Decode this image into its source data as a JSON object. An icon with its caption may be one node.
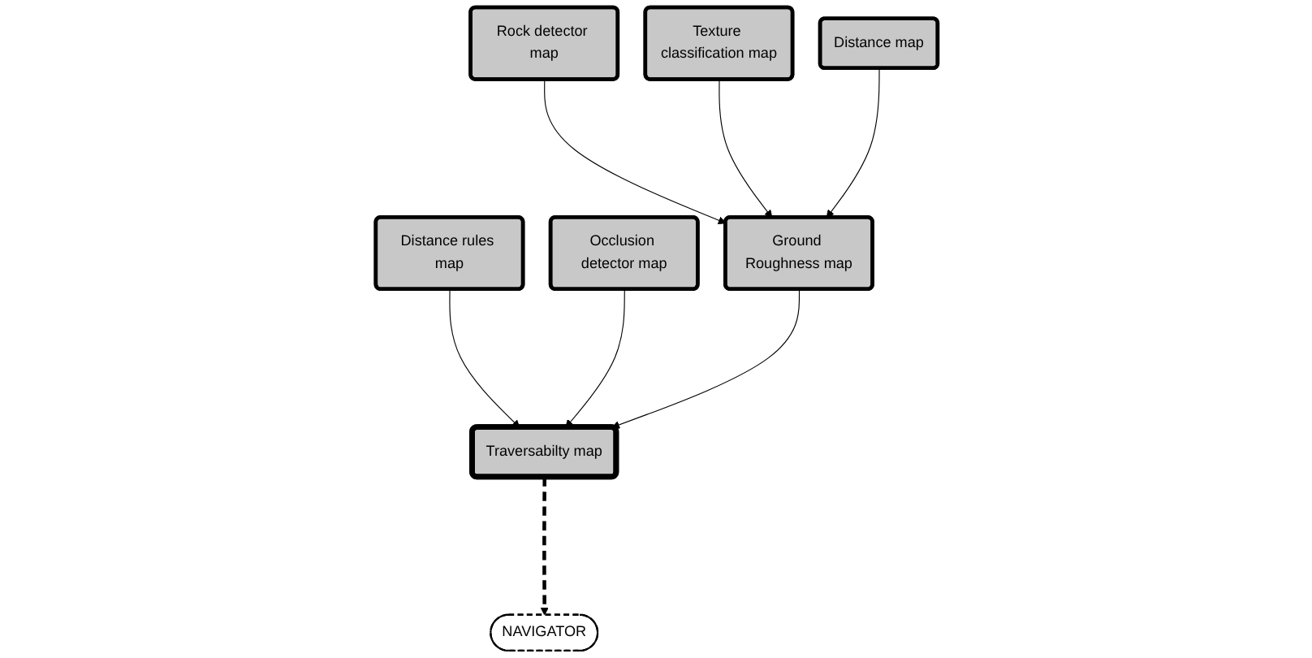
{
  "diagram": {
    "nodes": [
      {
        "text": [
          "Rock detector map"
        ]
      },
      {
        "text": [
          "Texture classification map"
        ]
      },
      {
        "text": [
          "Distance map"
        ]
      },
      {
        "text": [
          "Distance rules map"
        ]
      },
      {
        "text": [
          "Occlusion detector map"
        ]
      },
      {
        "text": [
          "Ground Roughness map"
        ]
      },
      {
        "text": [
          "Traversabilty map"
        ]
      },
      {
        "text": [
          "NAVIGATOR"
        ]
      }
    ],
    "edges": [
      {
        "from": 0,
        "to": 5,
        "arrow": "to"
      },
      {
        "from": 1,
        "to": 5,
        "arrow": "to"
      },
      {
        "from": 2,
        "to": 5,
        "arrow": "to"
      },
      {
        "from": 3,
        "to": 6,
        "arrow": "to"
      },
      {
        "from": 4,
        "to": 6,
        "arrow": "to"
      },
      {
        "from": 5,
        "to": 6,
        "arrow": "to"
      },
      {
        "from": 6,
        "to": 7,
        "arrow": "to",
        "style": "dashed"
      }
    ]
  }
}
